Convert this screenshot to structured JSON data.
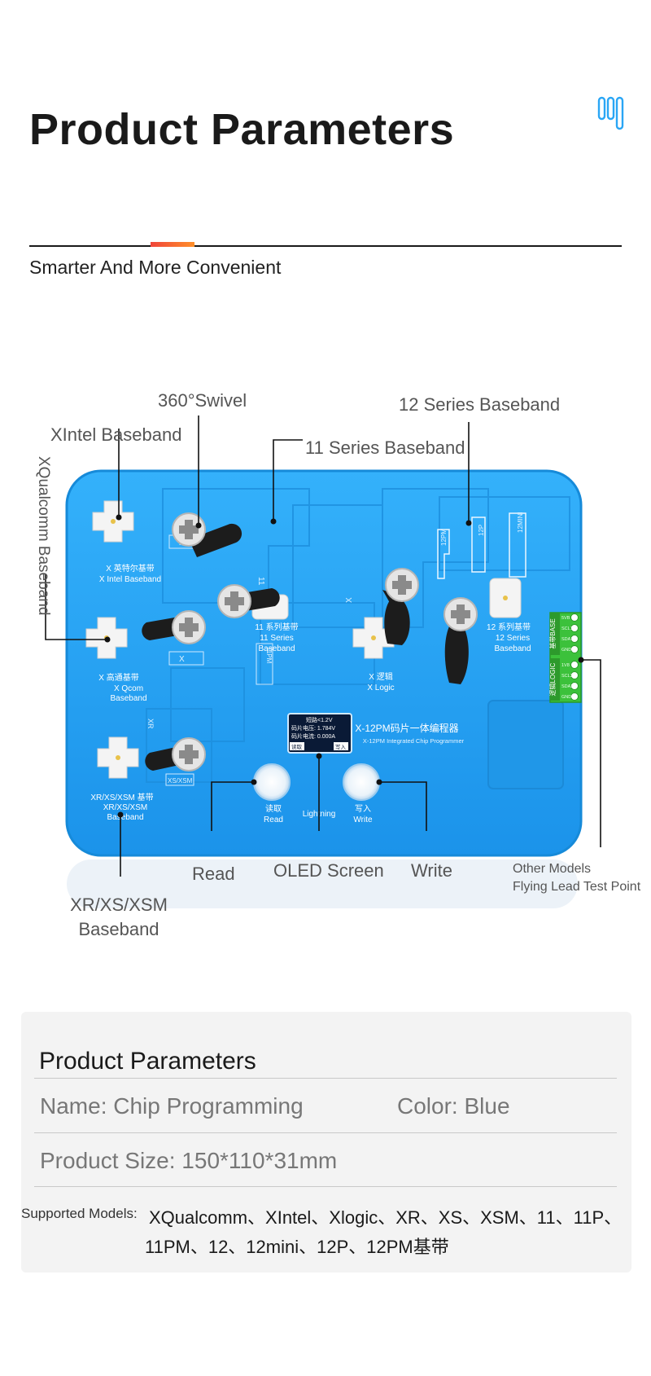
{
  "header": {
    "title": "Product Parameters",
    "subtitle": "Smarter And More Convenient"
  },
  "callouts": {
    "swivel": "360°Swivel",
    "series12": "12 Series Baseband",
    "xintel": "XIntel Baseband",
    "series11": "11 Series Baseband",
    "xqualcomm": "XQualcomm Baseband",
    "read": "Read",
    "oled": "OLED Screen",
    "write": "Write",
    "other_line1": "Other Models",
    "other_line2": "Flying Lead Test Point",
    "xrxs_line1": "XR/XS/XSM",
    "xrxs_line2": "Baseband"
  },
  "board": {
    "x_intel_cn": "X 英特尔基带",
    "x_intel_en": "X  Intel Baseband",
    "x_qcom_cn": "X 高通基带",
    "x_qcom_en": "X  Qcom",
    "x_qcom_en2": "Baseband",
    "s11_cn": "11 系列基带",
    "s11_en": "11  Series",
    "s11_en2": "Baseband",
    "s12_cn": "12 系列基带",
    "s12_en": "12  Series",
    "s12_en2": "Baseband",
    "xlogic_cn": "X 逻辑",
    "xlogic_en": "X  Logic",
    "xrxs_cn": "XR/XS/XSM 基带",
    "xrxs_en": "XR/XS/XSM",
    "xrxs_en2": "Baseband",
    "read_cn": "读取",
    "read_en": "Read",
    "write_cn": "写入",
    "write_en": "Write",
    "lightning": "Lightning",
    "brand_cn": "X-12PM码片一体编程器",
    "brand_en": "X-12PM Integrated Chip Programmer",
    "oled_l1": "短路<1.2V",
    "oled_l2": "码片电压: 1.784V",
    "oled_l3": "码片电流: 0.000A",
    "oled_btn1": "读取",
    "oled_btn2": "写入",
    "lbl_x": "X",
    "lbl_11": "11",
    "lbl_11pm": "11PM",
    "lbl_xr": "XR",
    "lbl_xsxsm": "XS/XSM",
    "lbl_12pm": "12PM",
    "lbl_12p": "12P",
    "lbl_12mini": "12MINI",
    "conn_base": "基带BASE",
    "conn_logic": "逻辑LOGIC",
    "pins": [
      "5VB",
      "SCL1",
      "SDA1",
      "GND",
      "1V8",
      "SCL2",
      "SDA2",
      "GND"
    ]
  },
  "params": {
    "title": "Product Parameters",
    "name": "Name: Chip Programming",
    "color": "Color: Blue",
    "size": "Product Size: 150*110*31mm",
    "models_label": "Supported Models:",
    "models_line1": "XQualcomm、XIntel、Xlogic、XR、XS、XSM、11、11P、",
    "models_line2": "11PM、12、12mini、12P、12PM基带"
  },
  "colors": {
    "board_blue": "#2aa6f5",
    "accent_red": "#f0453a",
    "accent_orange": "#ff8f2a",
    "connector_green": "#3cc13b"
  }
}
